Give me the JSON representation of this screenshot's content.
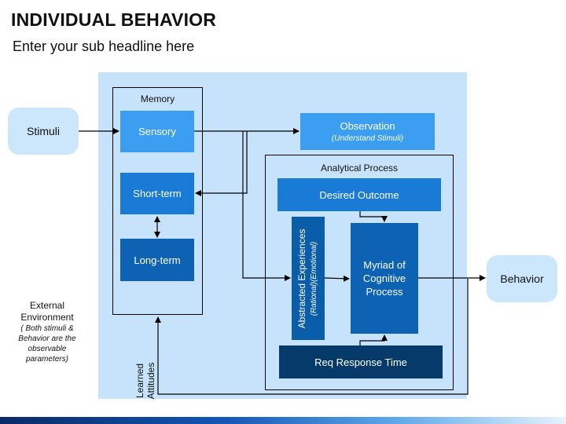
{
  "header": {
    "title": "INDIVIDUAL BEHAVIOR",
    "subtitle": "Enter your sub headline here"
  },
  "diagram": {
    "stimuli": "Stimuli",
    "behavior": "Behavior",
    "memory": {
      "title": "Memory",
      "sensory": "Sensory",
      "short_term": "Short-term",
      "long_term": "Long-term"
    },
    "observation": {
      "title": "Observation",
      "note": "(Understand Stimuli)"
    },
    "analytical": {
      "title": "Analytical Process",
      "desired_outcome": "Desired Outcome",
      "abstracted": "Abstracted Experiences",
      "abstracted_note": "(Rational)(Emotional)",
      "myriad": "Myriad of Cognitive Process",
      "response_time": "Req Response Time"
    },
    "learned_attitudes": {
      "line1": "Learned",
      "line2": "Attitudes"
    },
    "external": {
      "title": "External Environment",
      "note": "( Both stimuli & Behavior are the observable parameters)"
    }
  },
  "colors": {
    "panel_bg": "#c7e3fb",
    "light_blue": "#3b9ef0",
    "mid_blue": "#1a7bd6",
    "dark_blue": "#0d62b3",
    "navy": "#063a6b"
  }
}
